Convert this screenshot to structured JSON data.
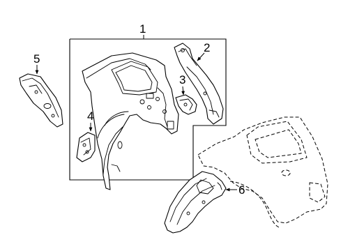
{
  "callouts": {
    "c1": "1",
    "c2": "2",
    "c3": "3",
    "c4": "4",
    "c5": "5",
    "c6": "6"
  },
  "style": {
    "line_color": "#000000",
    "background": "#ffffff"
  }
}
